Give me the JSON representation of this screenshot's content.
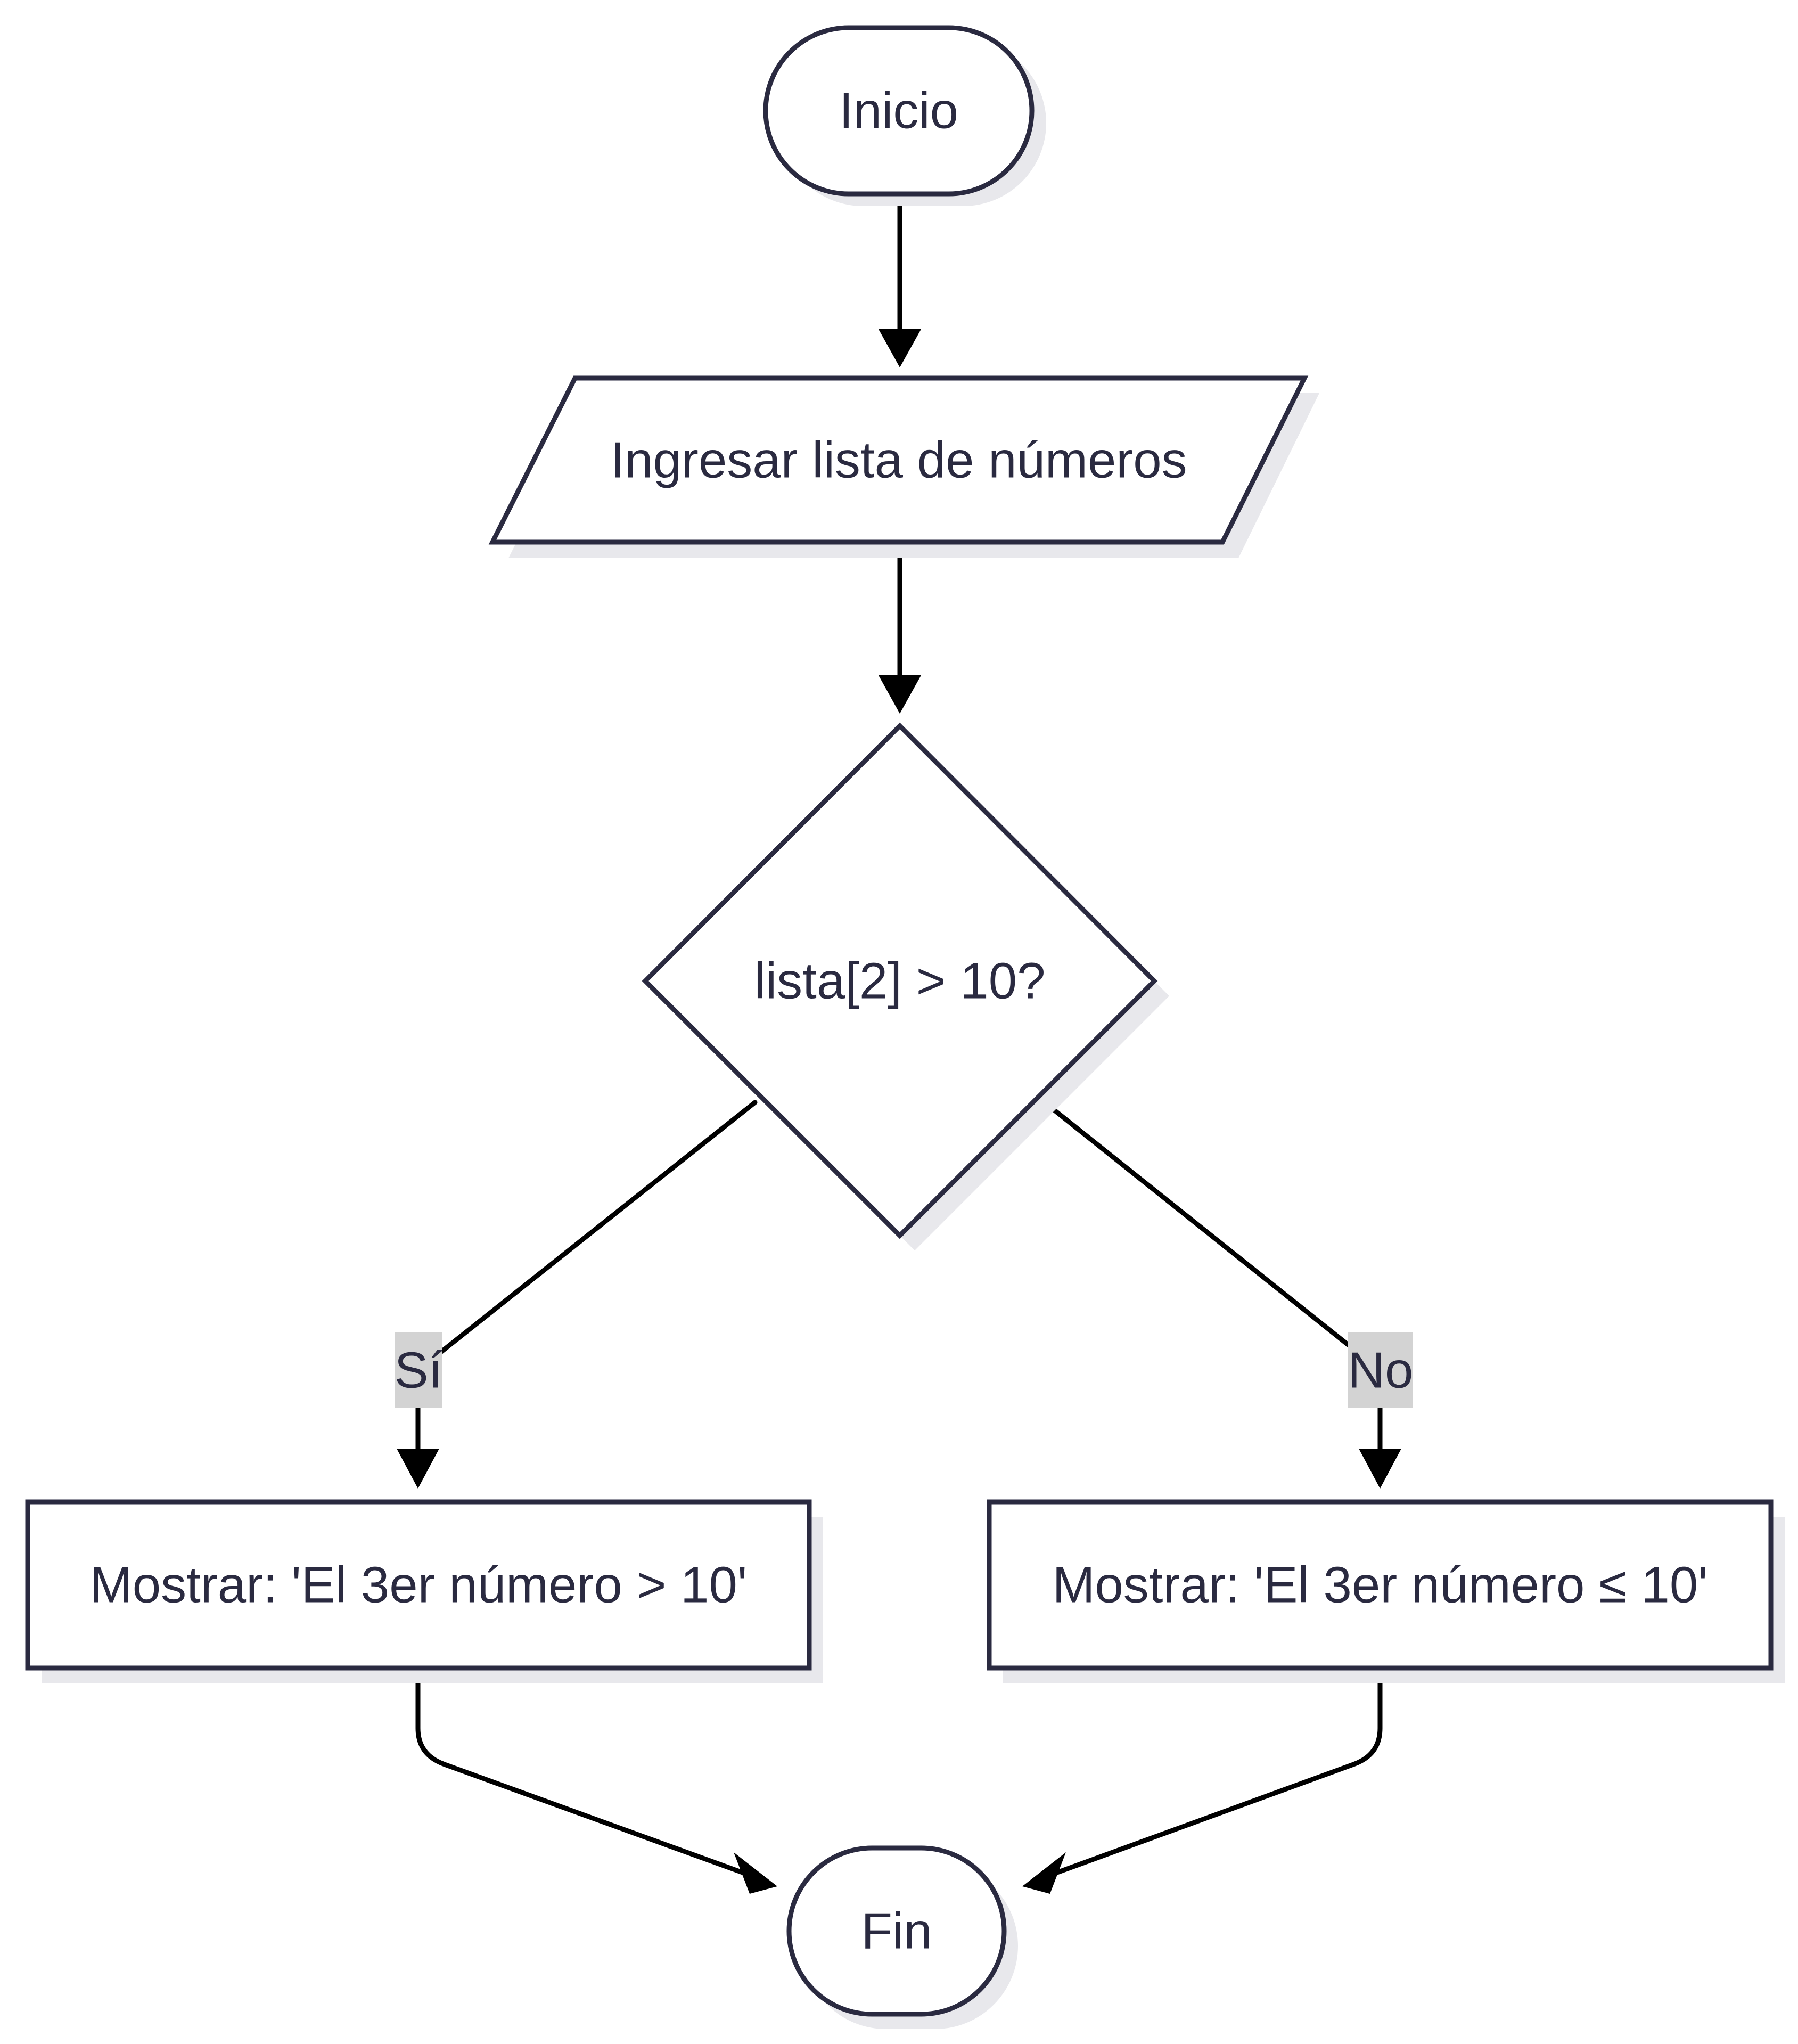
{
  "flowchart": {
    "nodes": {
      "start": {
        "label": "Inicio",
        "shape": "terminal"
      },
      "input": {
        "label": "Ingresar lista de números",
        "shape": "parallelogram"
      },
      "decision": {
        "label": "lista[2] > 10?",
        "shape": "diamond"
      },
      "yes_output": {
        "label": "Mostrar: 'El 3er número > 10'",
        "shape": "rectangle"
      },
      "no_output": {
        "label": "Mostrar: 'El 3er número ≤ 10'",
        "shape": "rectangle"
      },
      "end": {
        "label": "Fin",
        "shape": "terminal"
      }
    },
    "edges": {
      "start_to_input": {
        "from": "start",
        "to": "input",
        "label": ""
      },
      "input_to_decision": {
        "from": "input",
        "to": "decision",
        "label": ""
      },
      "decision_yes": {
        "from": "decision",
        "to": "yes_output",
        "label": "Sí"
      },
      "decision_no": {
        "from": "decision",
        "to": "no_output",
        "label": "No"
      },
      "yes_to_end": {
        "from": "yes_output",
        "to": "end",
        "label": ""
      },
      "no_to_end": {
        "from": "no_output",
        "to": "end",
        "label": ""
      }
    },
    "colors": {
      "stroke": "#2a2a40",
      "edge": "#000000",
      "label_background": "#d3d3d3",
      "shadow": "#e8e8ec"
    }
  }
}
